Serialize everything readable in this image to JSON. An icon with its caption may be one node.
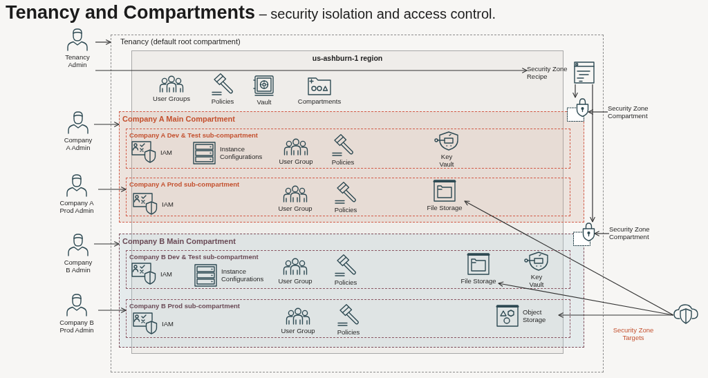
{
  "diagram": {
    "title": "**Tenancy and Compartments** – security isolation and access control.",
    "nodes": [
      {
        "text": [
          "Tenancy Admin"
        ]
      },
      {
        "text": [
          "Tenancy (default root compartment)"
        ]
      },
      {
        "text": [
          "us-ashburn-1 region"
        ],
        "in": 1
      },
      {
        "text": [
          "User Groups"
        ],
        "in": 2
      },
      {
        "text": [
          "Policies"
        ],
        "in": 2
      },
      {
        "text": [
          "Vault"
        ],
        "in": 2
      },
      {
        "text": [
          "Compartments"
        ],
        "in": 2
      },
      {
        "text": [
          "Security Zone Recipe"
        ],
        "in": 1
      },
      {
        "text": [],
        "shape": "picture",
        "in": 1
      },
      {
        "text": [
          "Security Zone Compartment"
        ]
      },
      {
        "text": [
          "Company A Admin"
        ]
      },
      {
        "text": [
          "Company A Main Compartment"
        ],
        "in": 1
      },
      {
        "text": [
          "Company A Dev & Test sub-compartment"
        ],
        "in": 11
      },
      {
        "text": [
          "IAM"
        ],
        "in": 12
      },
      {
        "text": [
          "Instance Configurations"
        ],
        "in": 12
      },
      {
        "text": [
          "User Group"
        ],
        "in": 12
      },
      {
        "text": [
          "Policies"
        ],
        "in": 12
      },
      {
        "text": [
          "Key Vault"
        ],
        "in": 12
      },
      {
        "text": [
          "Company A Prod Admin"
        ]
      },
      {
        "text": [
          "Company A Prod sub-compartment"
        ],
        "in": 11
      },
      {
        "text": [
          "IAM"
        ],
        "in": 19
      },
      {
        "text": [
          "User Group"
        ],
        "in": 19
      },
      {
        "text": [
          "Policies"
        ],
        "in": 19
      },
      {
        "text": [
          "File Storage"
        ],
        "in": 19
      },
      {
        "text": [],
        "shape": "picture",
        "in": 1
      },
      {
        "text": [
          "Security Zone Compartment"
        ]
      },
      {
        "text": [
          "Company B Admin"
        ]
      },
      {
        "text": [
          "Company B Main Compartment"
        ],
        "in": 1
      },
      {
        "text": [
          "Company B Dev & Test sub-compartment"
        ],
        "in": 27
      },
      {
        "text": [
          "IAM"
        ],
        "in": 28
      },
      {
        "text": [
          "Instance Configurations"
        ],
        "in": 28
      },
      {
        "text": [
          "User Group"
        ],
        "in": 28
      },
      {
        "text": [
          "Policies"
        ],
        "in": 28
      },
      {
        "text": [
          "File Storage"
        ],
        "in": 28
      },
      {
        "text": [
          "Key Vault"
        ],
        "in": 28
      },
      {
        "text": [
          "Company B Prod Admin"
        ]
      },
      {
        "text": [
          "Company B Prod sub-compartment"
        ],
        "in": 27
      },
      {
        "text": [
          "IAM"
        ],
        "in": 36
      },
      {
        "text": [
          "User Group"
        ],
        "in": 36
      },
      {
        "text": [
          "Policies"
        ],
        "in": 36
      },
      {
        "text": [
          "Object Storage"
        ],
        "in": 36
      },
      {
        "text": [],
        "shape": "cloud"
      }
    ],
    "edges": [
      {
        "from": 0,
        "to": 1,
        "arrow": "to"
      },
      {
        "from": 0,
        "to": 7,
        "arrow": "to"
      },
      {
        "from": 7,
        "to": 8,
        "arrow": "to"
      },
      {
        "from": 7,
        "to": 24,
        "arrow": "to"
      },
      {
        "from": 9,
        "to": 8,
        "arrow": "to"
      },
      {
        "from": 10,
        "to": 11,
        "arrow": "to"
      },
      {
        "from": 18,
        "to": 19,
        "arrow": "to"
      },
      {
        "from": 25,
        "to": 24,
        "arrow": "to"
      },
      {
        "from": 26,
        "to": 27,
        "arrow": "to"
      },
      {
        "from": 35,
        "to": 36,
        "arrow": "to"
      },
      {
        "from": 41,
        "to": 23,
        "arrow": "to"
      },
      {
        "from": 41,
        "to": 33,
        "arrow": "to"
      },
      {
        "from": 41,
        "to": 40,
        "arrow": "to"
      }
    ],
    "labels": [
      "Security Zone Targets"
    ]
  }
}
